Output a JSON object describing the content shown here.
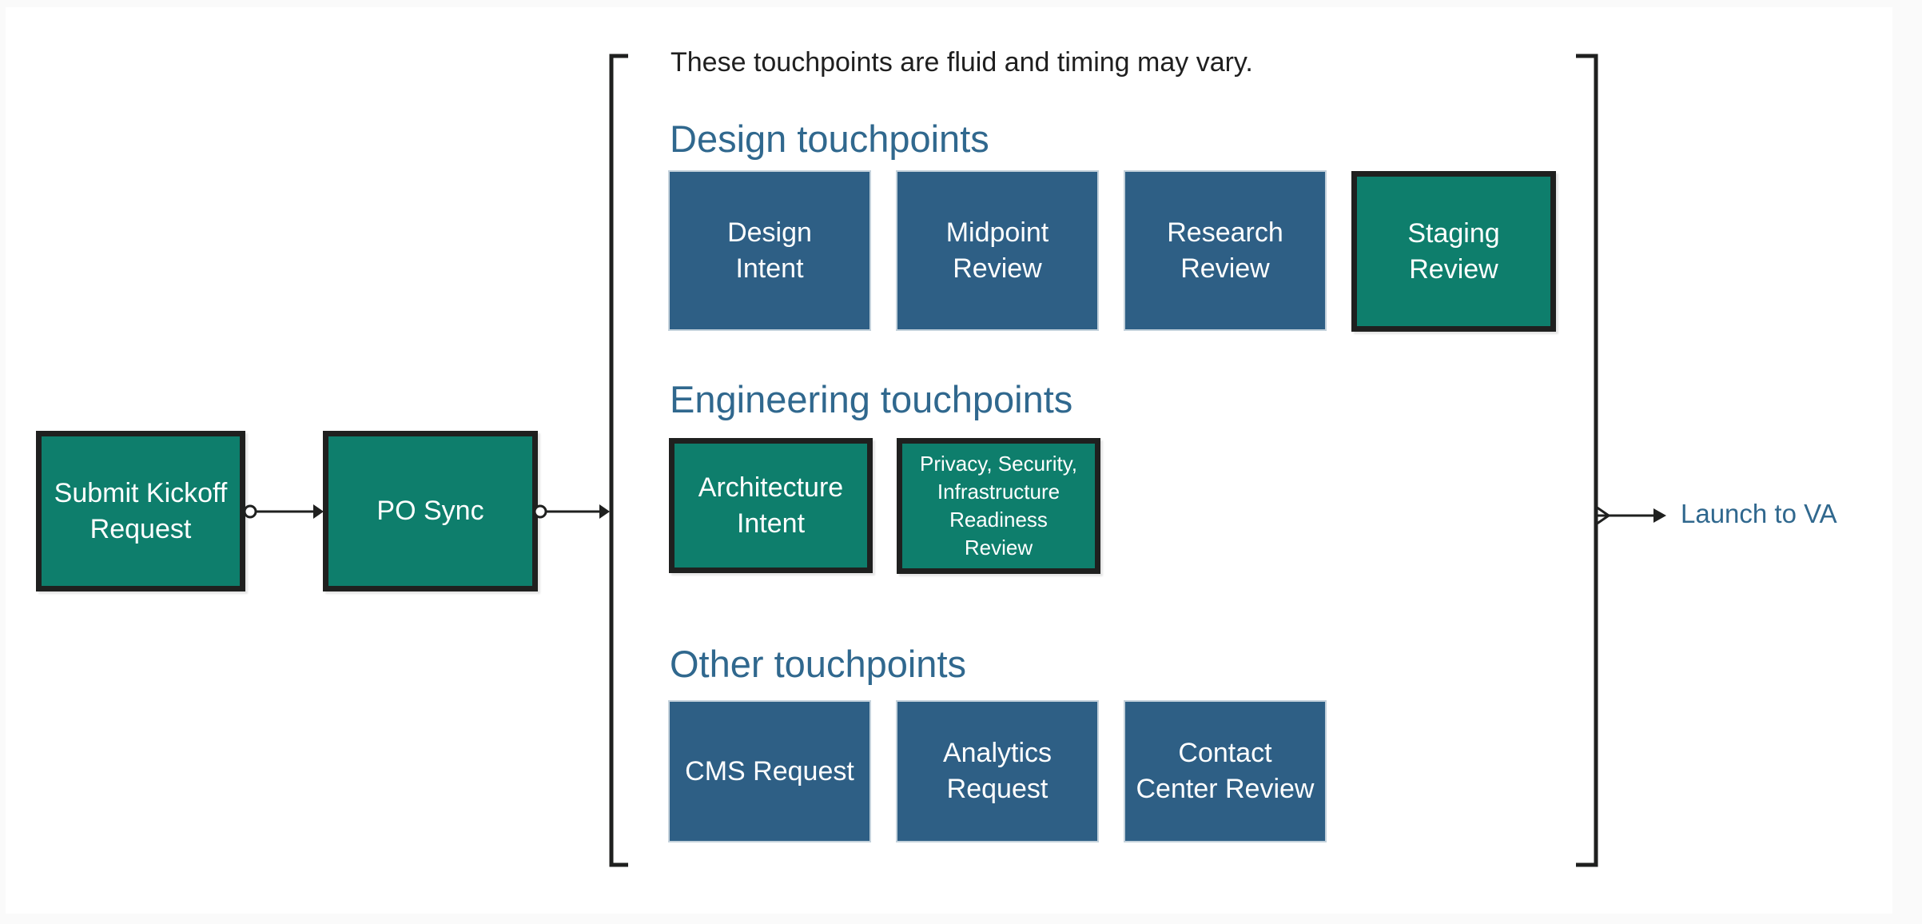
{
  "colors": {
    "bg": "#fafafa",
    "card": "#ffffff",
    "teal": "#0e7e6c",
    "blue": "#2e5f85",
    "heading_blue": "#30688e",
    "dark": "#1f201f",
    "text_dark": "#1f1f1f",
    "white_text": "#ffffff"
  },
  "flow": {
    "start_boxes": [
      {
        "label": "Submit Kickoff\nRequest",
        "style": "teal-bordered"
      },
      {
        "label": "PO Sync",
        "style": "teal-bordered"
      }
    ],
    "note": "These touchpoints are fluid and timing may vary.",
    "groups": [
      {
        "heading": "Design touchpoints",
        "boxes": [
          {
            "label": "Design\nIntent",
            "style": "blue"
          },
          {
            "label": "Midpoint\nReview",
            "style": "blue"
          },
          {
            "label": "Research\nReview",
            "style": "blue"
          },
          {
            "label": "Staging\nReview",
            "style": "teal-bordered"
          }
        ]
      },
      {
        "heading": "Engineering touchpoints",
        "boxes": [
          {
            "label": "Architecture\nIntent",
            "style": "teal-bordered"
          },
          {
            "label": "Privacy, Security,\nInfrastructure\nReadiness\nReview",
            "style": "teal-bordered"
          }
        ]
      },
      {
        "heading": "Other touchpoints",
        "boxes": [
          {
            "label": "CMS Request",
            "style": "blue"
          },
          {
            "label": "Analytics\nRequest",
            "style": "blue"
          },
          {
            "label": "Contact\nCenter Review",
            "style": "blue"
          }
        ]
      }
    ],
    "end_label": "Launch to VA"
  }
}
